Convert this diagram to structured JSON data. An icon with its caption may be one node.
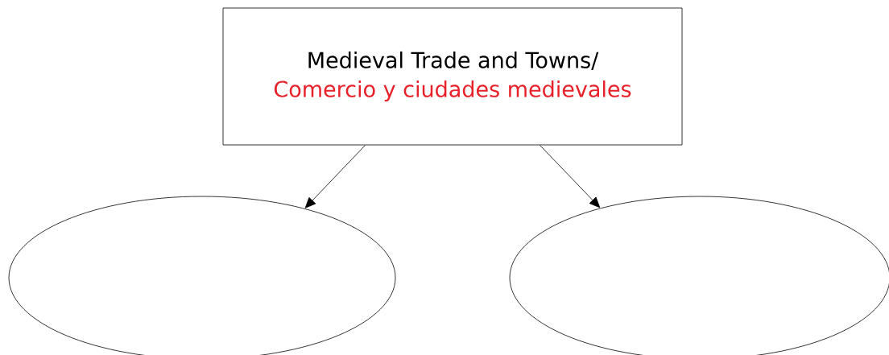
{
  "diagram": {
    "nodes": [
      {
        "text": [
          "Medieval Trade and Towns/",
          "Comercio y ciudades medievales"
        ]
      },
      {
        "text": [],
        "shape": "ellipse"
      },
      {
        "text": [],
        "shape": "ellipse"
      }
    ],
    "edges": [
      {
        "from": 0,
        "to": 1,
        "arrow": "to"
      },
      {
        "from": 0,
        "to": 2,
        "arrow": "to"
      }
    ]
  }
}
